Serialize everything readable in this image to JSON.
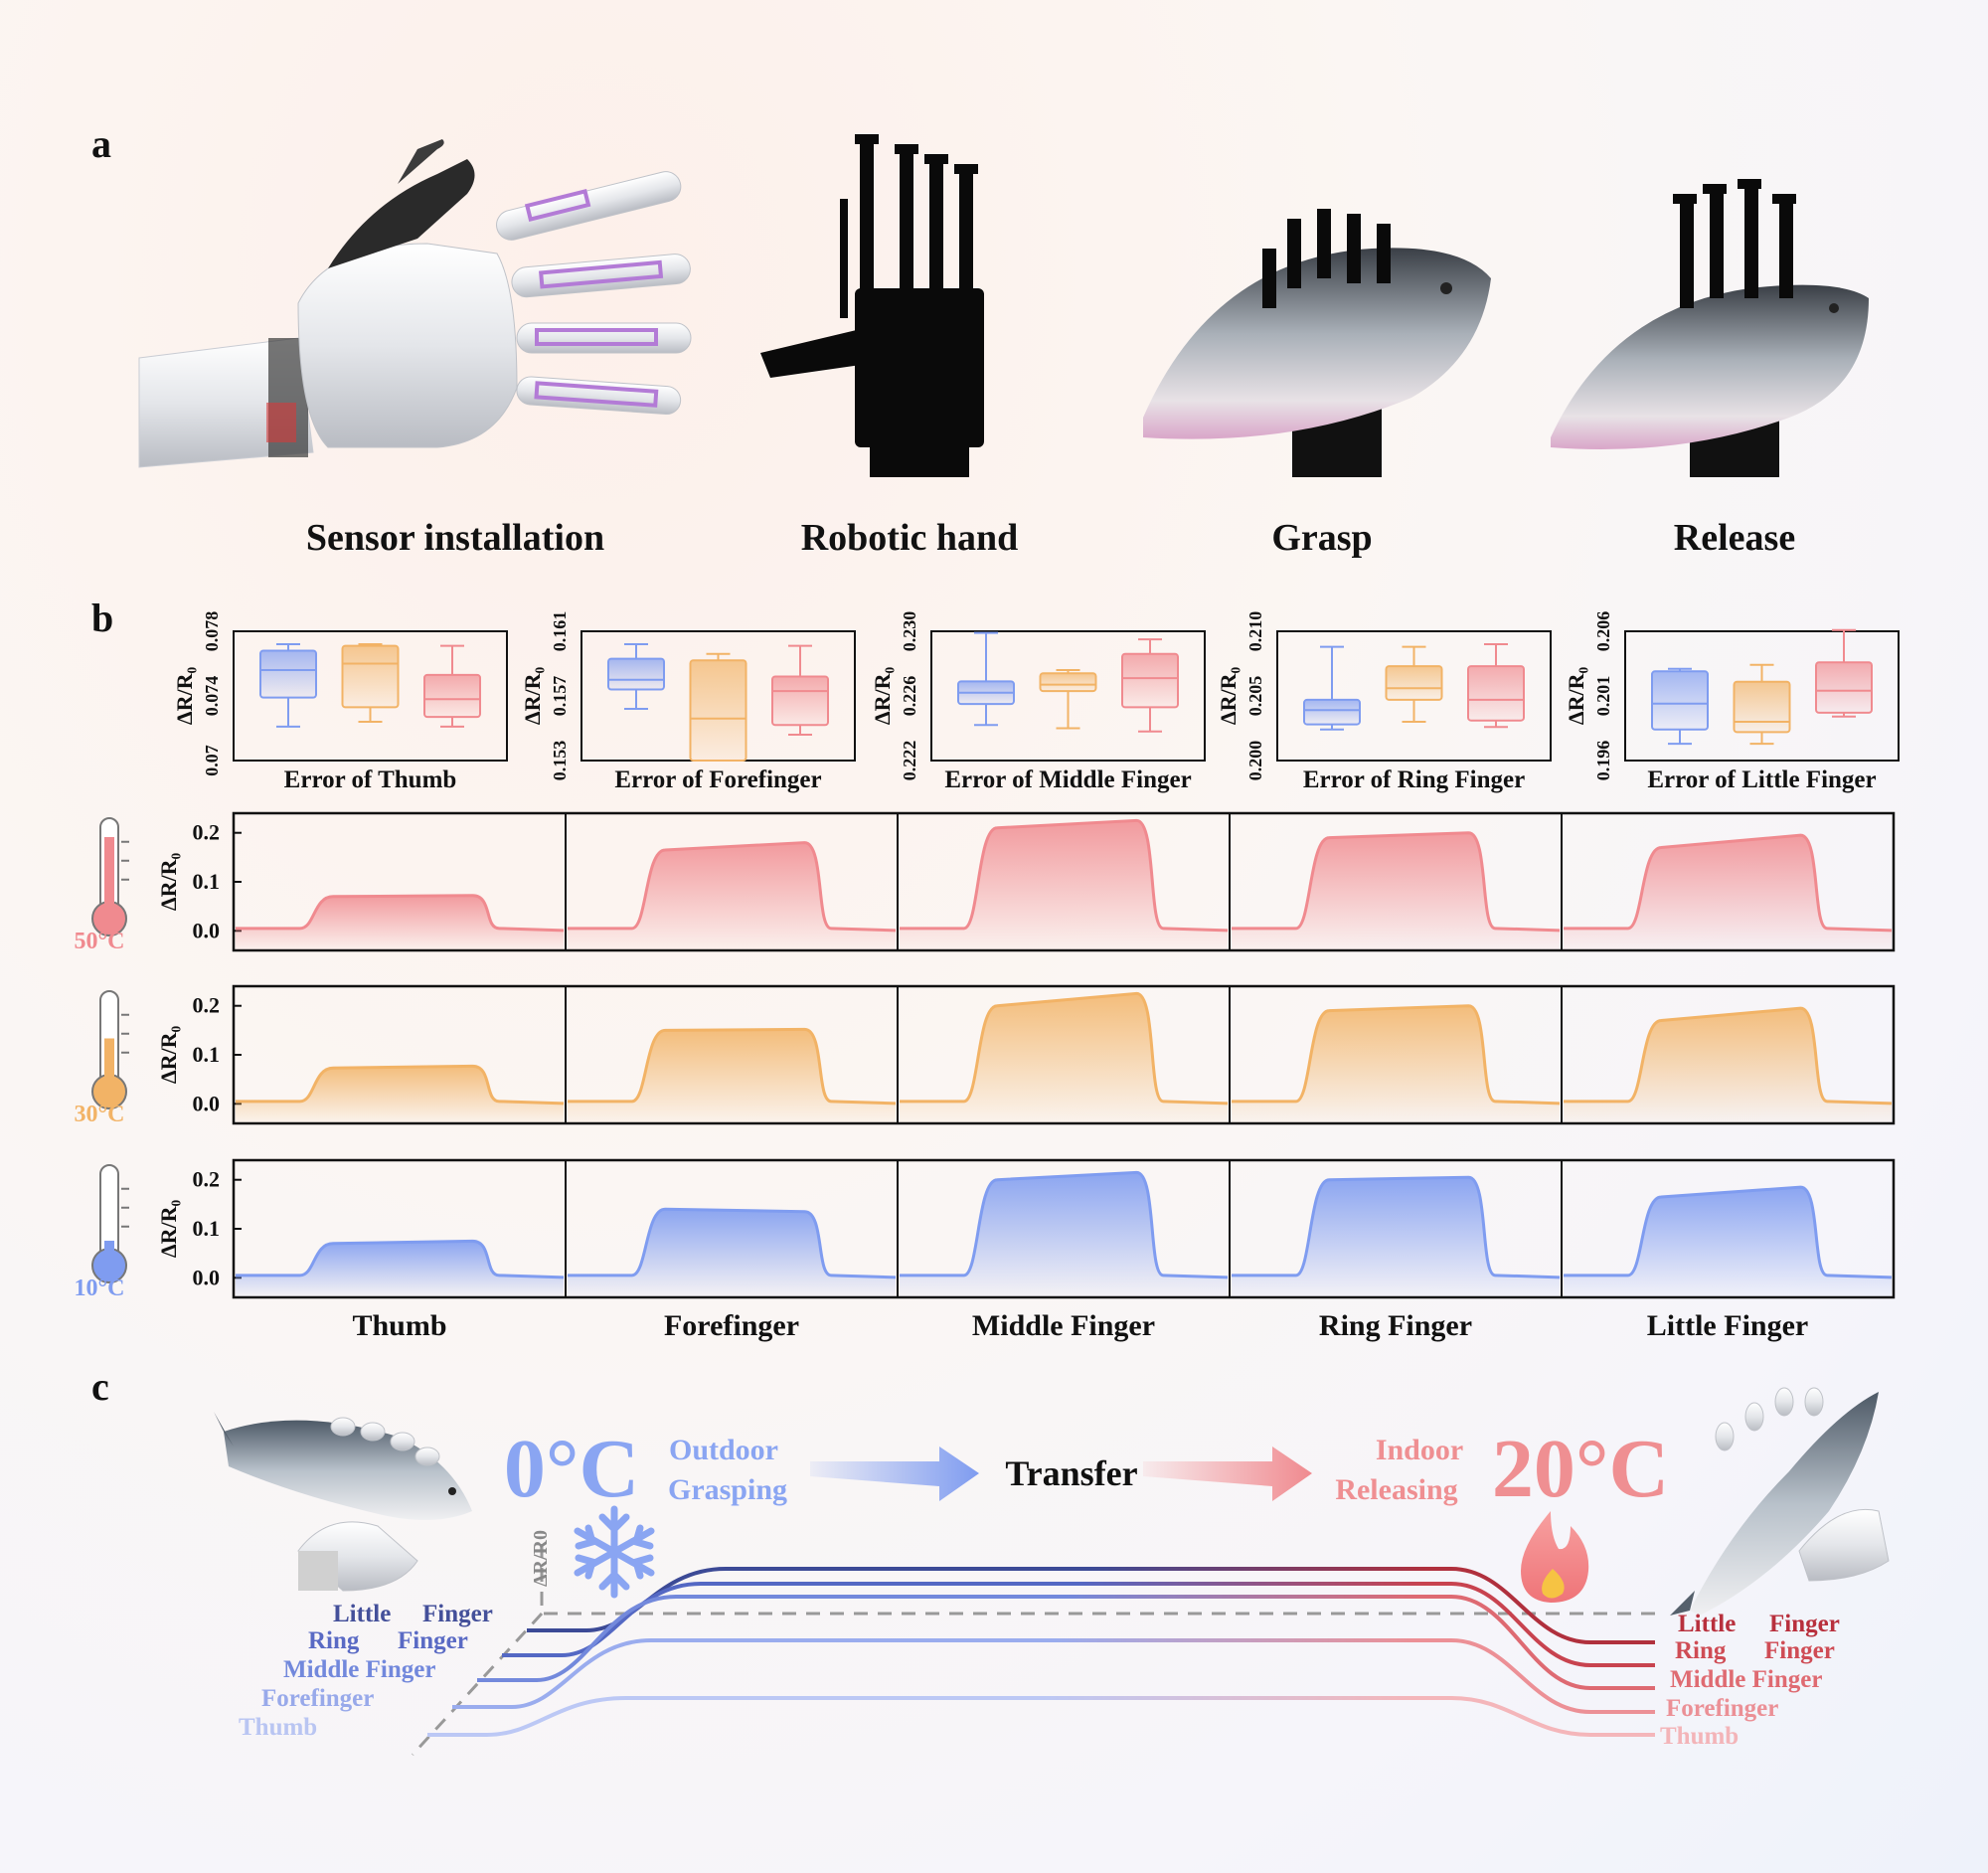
{
  "panel_a": {
    "letter": "a",
    "captions": [
      "Sensor installation",
      "Robotic hand",
      "Grasp",
      "Release"
    ]
  },
  "panel_b": {
    "letter": "b",
    "temperatures": [
      "50°C",
      "30°C",
      "10°C"
    ],
    "temperature_colors": [
      "#f08a8f",
      "#f2b366",
      "#7f9cf0"
    ],
    "fingers": [
      "Thumb",
      "Forefinger",
      "Middle Finger",
      "Ring Finger",
      "Little Finger"
    ],
    "ylabel": "ΔR/R₀"
  },
  "panel_c": {
    "letter": "c",
    "cold_temp": "0°C",
    "cold_text_1": "Outdoor",
    "cold_text_2": "Grasping",
    "transfer": "Transfer",
    "warm_text_1": "Indoor",
    "warm_text_2": "Releasing",
    "warm_temp": "20°C",
    "axis_label": "ΔR/R0",
    "left_labels": {
      "little": "Little",
      "finger_1": "Finger",
      "ring": "Ring",
      "finger_2": "Finger",
      "middle": "Middle Finger",
      "fore": "Forefinger",
      "thumb": "Thumb"
    },
    "right_labels": {
      "little": "Little",
      "finger_1": "Finger",
      "ring": "Ring",
      "finger_2": "Finger",
      "middle": "Middle Finger",
      "fore": "Forefinger",
      "thumb": "Thumb"
    }
  },
  "chart_data": [
    {
      "type": "box",
      "title": "Error of Thumb",
      "ylabel": "ΔR/R₀",
      "yticks": [
        "0.07",
        "0.074",
        "0.078"
      ],
      "ylim": [
        0.07,
        0.078
      ],
      "colors": [
        "#7f9cf0",
        "#f2b366",
        "#f08a8f"
      ],
      "boxes": [
        {
          "min": 0.0721,
          "q1": 0.0739,
          "median": 0.0756,
          "q3": 0.0768,
          "max": 0.0772
        },
        {
          "min": 0.0724,
          "q1": 0.0733,
          "median": 0.076,
          "q3": 0.0771,
          "max": 0.0772
        },
        {
          "min": 0.0721,
          "q1": 0.0727,
          "median": 0.0738,
          "q3": 0.0753,
          "max": 0.0771
        }
      ]
    },
    {
      "type": "box",
      "title": "Error of Forefinger",
      "ylabel": "ΔR/R₀",
      "yticks": [
        "0.153",
        "0.157",
        "0.161"
      ],
      "ylim": [
        0.153,
        0.161
      ],
      "colors": [
        "#7f9cf0",
        "#f2b366",
        "#f08a8f"
      ],
      "boxes": [
        {
          "min": 0.1562,
          "q1": 0.1574,
          "median": 0.158,
          "q3": 0.1593,
          "max": 0.1602
        },
        {
          "min": 0.153,
          "q1": 0.153,
          "median": 0.1556,
          "q3": 0.1592,
          "max": 0.1596
        },
        {
          "min": 0.1546,
          "q1": 0.1552,
          "median": 0.1573,
          "q3": 0.1582,
          "max": 0.1601
        }
      ]
    },
    {
      "type": "box",
      "title": "Error of Middle Finger",
      "ylabel": "ΔR/R₀",
      "yticks": [
        "0.222",
        "0.226",
        "0.230"
      ],
      "ylim": [
        0.222,
        0.23
      ],
      "colors": [
        "#7f9cf0",
        "#f2b366",
        "#f08a8f"
      ],
      "boxes": [
        {
          "min": 0.2242,
          "q1": 0.2255,
          "median": 0.2262,
          "q3": 0.2269,
          "max": 0.2299
        },
        {
          "min": 0.224,
          "q1": 0.2263,
          "median": 0.2267,
          "q3": 0.2274,
          "max": 0.2276
        },
        {
          "min": 0.2238,
          "q1": 0.2253,
          "median": 0.2271,
          "q3": 0.2286,
          "max": 0.2295
        }
      ]
    },
    {
      "type": "box",
      "title": "Error of Ring Finger",
      "ylabel": "ΔR/R₀",
      "yticks": [
        "0.200",
        "0.205",
        "0.210"
      ],
      "ylim": [
        0.2,
        0.21
      ],
      "colors": [
        "#7f9cf0",
        "#f2b366",
        "#f08a8f"
      ],
      "boxes": [
        {
          "min": 0.2024,
          "q1": 0.2028,
          "median": 0.2039,
          "q3": 0.2047,
          "max": 0.2088
        },
        {
          "min": 0.203,
          "q1": 0.2047,
          "median": 0.2056,
          "q3": 0.2073,
          "max": 0.2088
        },
        {
          "min": 0.2026,
          "q1": 0.2031,
          "median": 0.2047,
          "q3": 0.2073,
          "max": 0.209
        }
      ]
    },
    {
      "type": "box",
      "title": "Error of Little Finger",
      "ylabel": "ΔR/R₀",
      "yticks": [
        "0.196",
        "0.201",
        "0.206"
      ],
      "ylim": [
        0.196,
        0.206
      ],
      "colors": [
        "#7f9cf0",
        "#f2b366",
        "#f08a8f"
      ],
      "boxes": [
        {
          "min": 0.1973,
          "q1": 0.1984,
          "median": 0.2004,
          "q3": 0.2029,
          "max": 0.2031
        },
        {
          "min": 0.1973,
          "q1": 0.1982,
          "median": 0.199,
          "q3": 0.2021,
          "max": 0.2034
        },
        {
          "min": 0.1994,
          "q1": 0.1997,
          "median": 0.2014,
          "q3": 0.2036,
          "max": 0.2061
        }
      ]
    },
    {
      "type": "area",
      "title": "",
      "ylabel": "ΔR/R₀",
      "yticks": [
        "0.0",
        "0.1",
        "0.2"
      ],
      "ylim": [
        -0.04,
        0.24
      ],
      "rows": [
        "50°C",
        "30°C",
        "10°C"
      ],
      "columns": [
        "Thumb",
        "Forefinger",
        "Middle Finger",
        "Ring Finger",
        "Little Finger"
      ],
      "plateau_start": [
        [
          0.076,
          0.073
        ],
        [
          0.16,
          0.18
        ],
        [
          0.21,
          0.225
        ],
        [
          0.19,
          0.2
        ],
        [
          0.17,
          0.195
        ]
      ],
      "series": [
        {
          "name": "50°C",
          "plateau": [
            [
              0.07,
              0.072
            ],
            [
              0.165,
              0.18
            ],
            [
              0.21,
              0.225
            ],
            [
              0.19,
              0.2
            ],
            [
              0.17,
              0.195
            ]
          ]
        },
        {
          "name": "30°C",
          "plateau": [
            [
              0.073,
              0.077
            ],
            [
              0.15,
              0.152
            ],
            [
              0.2,
              0.225
            ],
            [
              0.19,
              0.2
            ],
            [
              0.17,
              0.195
            ]
          ]
        },
        {
          "name": "10°C",
          "plateau": [
            [
              0.07,
              0.075
            ],
            [
              0.14,
              0.135
            ],
            [
              0.2,
              0.215
            ],
            [
              0.2,
              0.205
            ],
            [
              0.165,
              0.185
            ]
          ]
        }
      ]
    }
  ]
}
